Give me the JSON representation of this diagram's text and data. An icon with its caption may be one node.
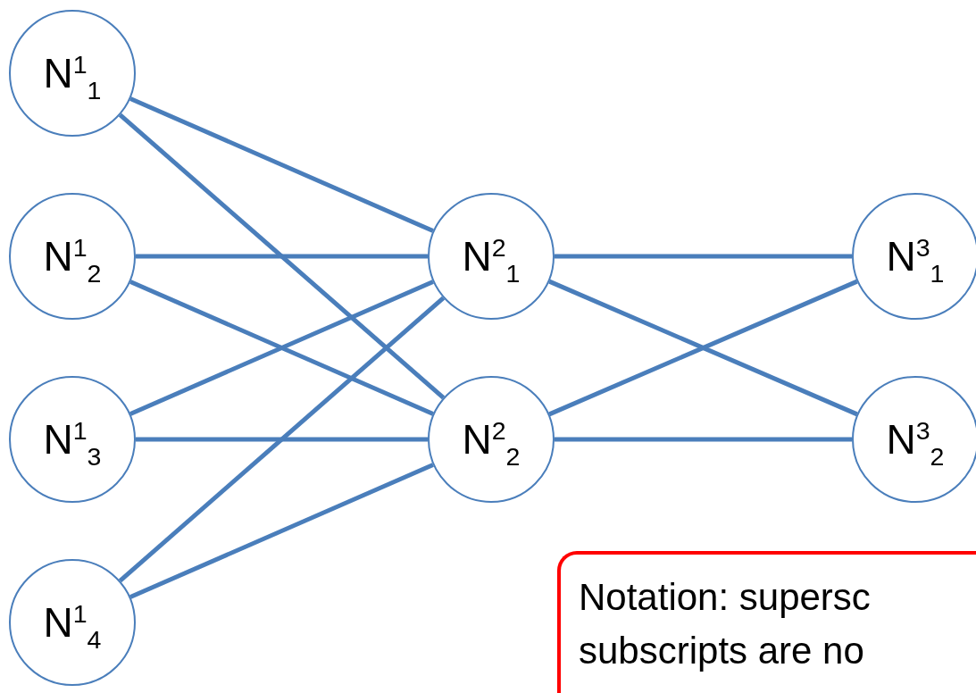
{
  "diagram": {
    "nodes": [
      {
        "text": [
          "N$^{1}$$_{1}$"
        ]
      },
      {
        "text": [
          "N$^{1}$$_{2}$"
        ]
      },
      {
        "text": [
          "N$^{1}$$_{3}$"
        ]
      },
      {
        "text": [
          "N$^{1}$$_{4}$"
        ]
      },
      {
        "text": [
          "N$^{2}$$_{1}$"
        ]
      },
      {
        "text": [
          "N$^{2}$$_{2}$"
        ]
      },
      {
        "text": [
          "N$^{3}$$_{1}$"
        ]
      },
      {
        "text": [
          "N$^{3}$$_{2}$"
        ]
      },
      {
        "text": [
          "Notation: supersc subscripts are no"
        ]
      }
    ],
    "edges": [
      {
        "from": 0,
        "to": 4,
        "arrow": "none"
      },
      {
        "from": 0,
        "to": 5,
        "arrow": "none"
      },
      {
        "from": 1,
        "to": 4,
        "arrow": "none"
      },
      {
        "from": 1,
        "to": 5,
        "arrow": "none"
      },
      {
        "from": 2,
        "to": 4,
        "arrow": "none"
      },
      {
        "from": 2,
        "to": 5,
        "arrow": "none"
      },
      {
        "from": 3,
        "to": 4,
        "arrow": "none"
      },
      {
        "from": 3,
        "to": 5,
        "arrow": "none"
      },
      {
        "from": 4,
        "to": 6,
        "arrow": "none"
      },
      {
        "from": 4,
        "to": 7,
        "arrow": "none"
      },
      {
        "from": 5,
        "to": 6,
        "arrow": "none"
      },
      {
        "from": 5,
        "to": 7,
        "arrow": "none"
      }
    ]
  }
}
